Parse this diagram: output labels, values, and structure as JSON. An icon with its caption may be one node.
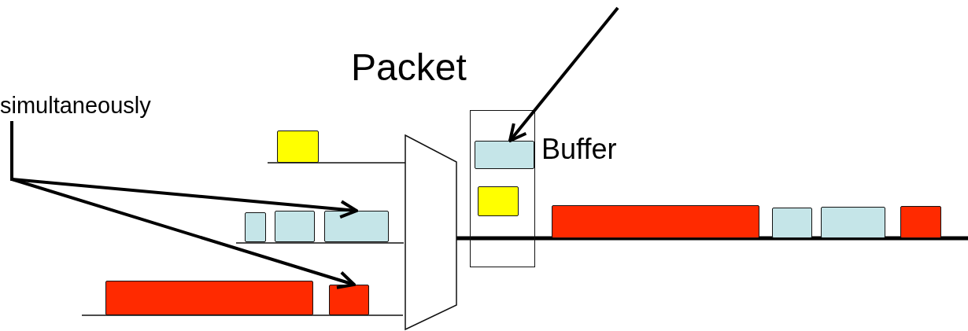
{
  "diagram": {
    "nodes": [
      {
        "text": [
          "simultaneously"
        ]
      },
      {
        "text": [],
        "shape": "box"
      },
      {
        "text": [],
        "shape": "box"
      },
      {
        "text": [],
        "shape": "box"
      },
      {
        "text": [],
        "shape": "box"
      },
      {
        "text": [],
        "shape": "box"
      },
      {
        "text": [],
        "shape": "box"
      },
      {
        "text": [
          "Buffer"
        ]
      },
      {
        "text": [],
        "shape": "box",
        "in": 7
      },
      {
        "text": [],
        "shape": "box",
        "in": 7
      },
      {
        "text": [],
        "shape": "box"
      },
      {
        "text": [],
        "shape": "box"
      },
      {
        "text": [],
        "shape": "box"
      },
      {
        "text": [],
        "shape": "box"
      }
    ],
    "edges": [
      {
        "from": 0,
        "to": 4,
        "arrow": "to"
      },
      {
        "from": 0,
        "to": 6,
        "arrow": "to"
      },
      {
        "from": null,
        "to": 8,
        "arrow": "to"
      }
    ],
    "labels": [
      "Packet"
    ]
  }
}
